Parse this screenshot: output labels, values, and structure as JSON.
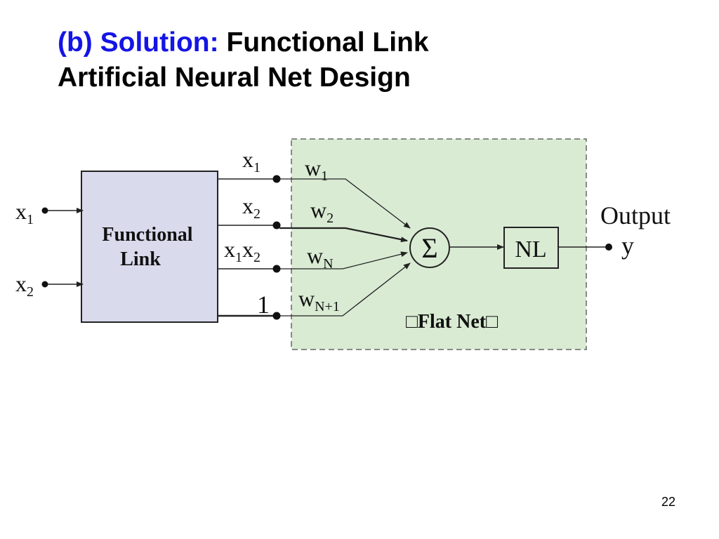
{
  "title": {
    "prefix": "(b) Solution:",
    "line1": "Functional Link",
    "line2": "Artificial Neural Net Design"
  },
  "diagram": {
    "inputs": [
      {
        "base": "x",
        "sub": "1"
      },
      {
        "base": "x",
        "sub": "2"
      }
    ],
    "functional_link": {
      "line1": "Functional",
      "line2": "Link"
    },
    "expanded_terms": [
      {
        "base": "x",
        "sub": "1"
      },
      {
        "base": "x",
        "sub": "2"
      },
      {
        "base1": "x",
        "sub1": "1",
        "base2": "x",
        "sub2": "2"
      },
      {
        "text": "1"
      }
    ],
    "weights": [
      {
        "base": "w",
        "sub": "1"
      },
      {
        "base": "w",
        "sub": "2"
      },
      {
        "base": "w",
        "sub": "N"
      },
      {
        "base": "w",
        "sub": "N+1"
      }
    ],
    "sum_symbol": "Σ",
    "nonlinearity": "NL",
    "flat_net_label": "Flat Net",
    "flat_net_bracket_left": "□",
    "flat_net_bracket_right": "□",
    "output": {
      "label": "Output",
      "var": "y"
    }
  },
  "page_number": "22",
  "colors": {
    "title_accent": "#1414e6",
    "flat_net_fill": "#d9ebd3",
    "functional_link_fill": "#dadaed"
  }
}
